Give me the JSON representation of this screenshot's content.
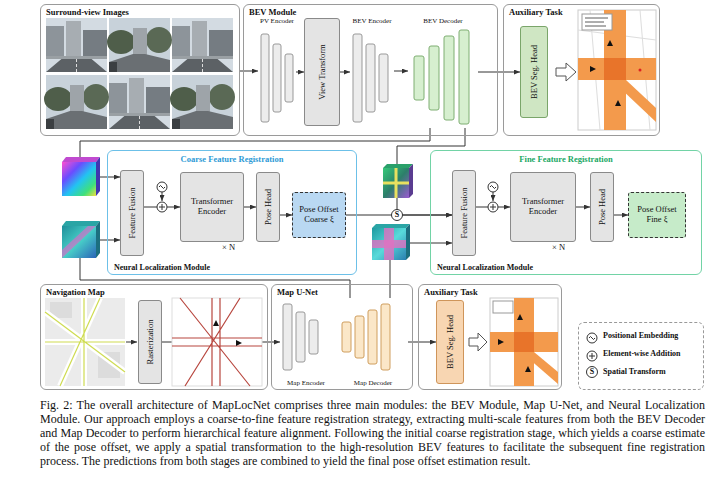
{
  "diagram": {
    "caption": "Fig. 2: The overall architecture of MapLocNet comprises three main modules: the BEV Module, Map U-Net, and Neural Localization Module. Our approach employs a coarse-to-fine feature registration strategy, extracting multi-scale features from both the BEV Decoder and Map Decoder to perform hierarchical feature alignment. Following the initial coarse registration stage, which yields a coarse estimate of the pose offset, we apply a spatial transformation to the high-resolution BEV features to facilitate the subsequent fine registration process. The predictions from both stages are combined to yield the final pose offset estimation result.",
    "nodes": [
      {
        "text": [
          "Surround-view Images"
        ]
      },
      {
        "text": [
          "BEV Module"
        ]
      },
      {
        "text": [
          "PV Encoder"
        ],
        "in": 1
      },
      {
        "text": [
          "View Transform"
        ],
        "in": 1
      },
      {
        "text": [
          "BEV Encoder"
        ],
        "in": 1
      },
      {
        "text": [
          "BEV Decoder"
        ],
        "in": 1
      },
      {
        "text": [
          "Auxiliary Task"
        ]
      },
      {
        "text": [
          "BEV Seg. Head"
        ],
        "in": 6
      },
      {
        "text": [
          "Coarse Feature Registration",
          "Neural Localization Module"
        ]
      },
      {
        "text": [
          "Feature Fusion"
        ],
        "in": 8
      },
      {
        "text": [
          "Transformer Encoder"
        ],
        "in": 8
      },
      {
        "text": [
          "Pose Head"
        ],
        "in": 8
      },
      {
        "text": [
          "Pose Offset Coarse ξ"
        ],
        "in": 8
      },
      {
        "text": [
          "Fine Feature Registration",
          "Neural Localization Module"
        ]
      },
      {
        "text": [
          "Feature Fusion"
        ],
        "in": 13
      },
      {
        "text": [
          "Transformer Encoder"
        ],
        "in": 13
      },
      {
        "text": [
          "Pose Head"
        ],
        "in": 13
      },
      {
        "text": [
          "Pose Offset Fine ξ"
        ],
        "in": 13
      },
      {
        "text": [
          "Navigation Map"
        ]
      },
      {
        "text": [
          "Rasterization"
        ],
        "in": 18
      },
      {
        "text": [
          "Map U-Net"
        ]
      },
      {
        "text": [
          "Map Encoder"
        ],
        "in": 20
      },
      {
        "text": [
          "Map Decoder"
        ],
        "in": 20
      },
      {
        "text": [
          "Auxiliary Task"
        ]
      },
      {
        "text": [
          "BEV Seg. Head"
        ],
        "in": 23
      }
    ],
    "edges": [
      {
        "from": 0,
        "to": 2,
        "arrow": "to"
      },
      {
        "from": 2,
        "to": 3,
        "arrow": "to"
      },
      {
        "from": 3,
        "to": 4,
        "arrow": "to"
      },
      {
        "from": 4,
        "to": 5,
        "arrow": "to"
      },
      {
        "from": 5,
        "to": 7,
        "arrow": "to"
      },
      {
        "from": 5,
        "to": 9,
        "arrow": "to"
      },
      {
        "from": 5,
        "to": 14,
        "arrow": "to"
      },
      {
        "from": 9,
        "to": 10,
        "arrow": "to"
      },
      {
        "from": 10,
        "to": 11,
        "arrow": "to"
      },
      {
        "from": 11,
        "to": 12,
        "arrow": "to"
      },
      {
        "from": 12,
        "to": 14,
        "arrow": "to"
      },
      {
        "from": 14,
        "to": 15,
        "arrow": "to"
      },
      {
        "from": 15,
        "to": 16,
        "arrow": "to"
      },
      {
        "from": 16,
        "to": 17,
        "arrow": "to"
      },
      {
        "from": 19,
        "to": 21,
        "arrow": "to"
      },
      {
        "from": 22,
        "to": 24,
        "arrow": "to"
      },
      {
        "from": 22,
        "to": 9,
        "arrow": "to"
      },
      {
        "from": 22,
        "to": 14,
        "arrow": "to"
      }
    ],
    "labels": [
      "× N",
      "× N",
      "S",
      "S"
    ],
    "legend": [
      {
        "text": "Positional Embedding"
      },
      {
        "text": "Element-wise Addition"
      },
      {
        "text": "Spatial Transform"
      }
    ]
  }
}
